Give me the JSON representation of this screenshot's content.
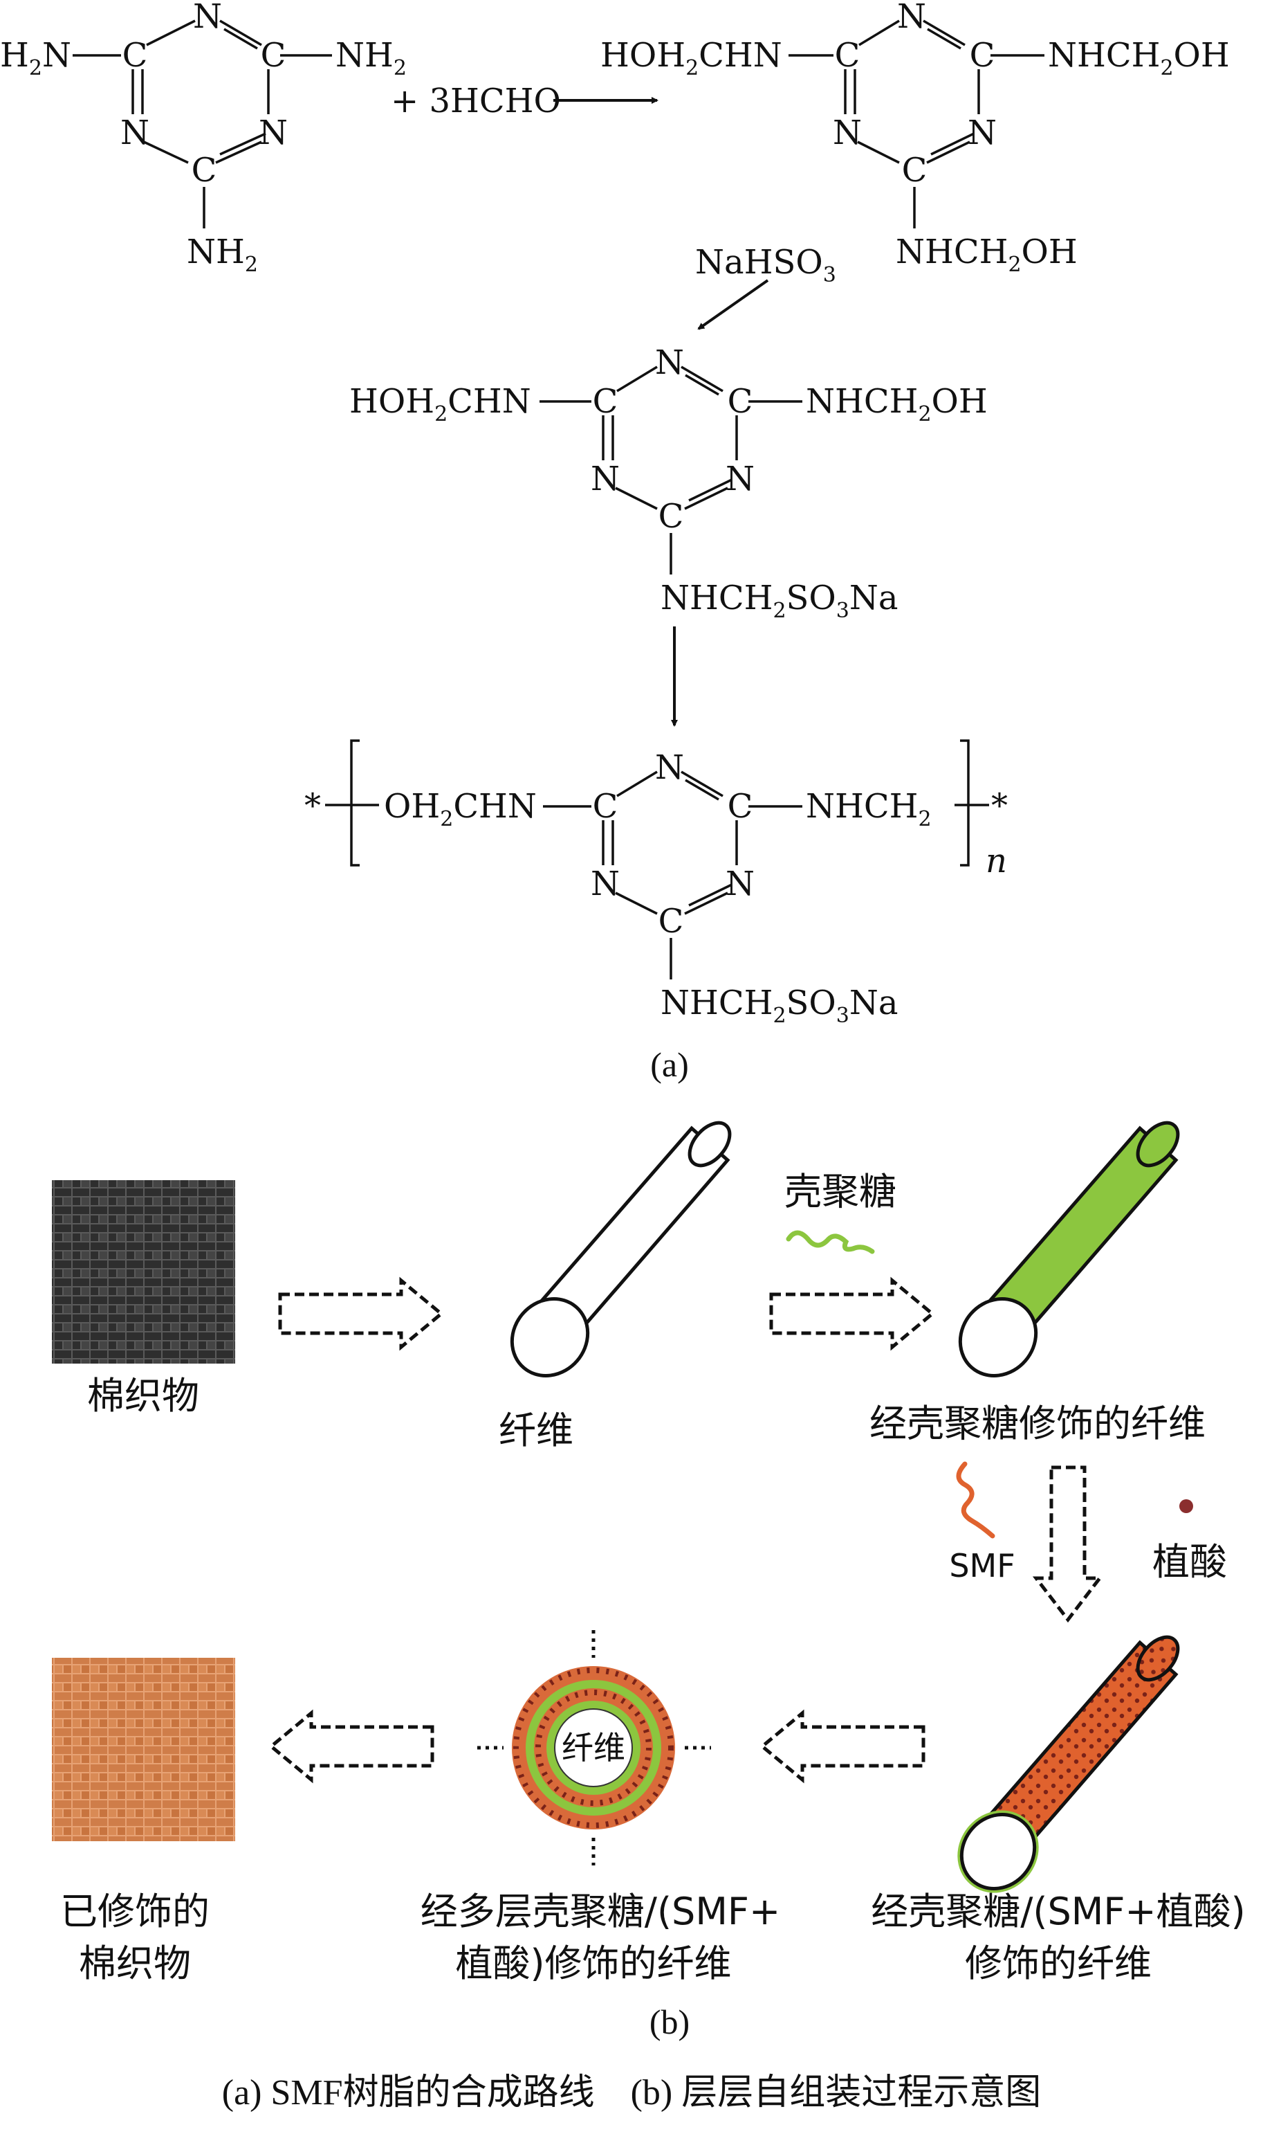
{
  "part_a": {
    "melamine": {
      "c": "C",
      "n": "N",
      "h2n": "H",
      "n_amine": "N",
      "h2_sub": "2",
      "nh": "NH",
      "nh2_sub": "2"
    },
    "reagent": {
      "plus": "+ 3HCHO"
    },
    "methylol": {
      "left_a": "HOH",
      "left_sub": "2",
      "left_b": "CHN",
      "right_a": "NHCH",
      "right_sub": "2",
      "right_b": "OH",
      "bottom_a": "NHCH",
      "bottom_sub": "2",
      "bottom_b": "OH"
    },
    "reagent2": {
      "text": "NaHSO",
      "sub": "3"
    },
    "sulfonated": {
      "left_a": "HOH",
      "left_sub": "2",
      "left_b": "CHN",
      "right_a": "NHCH",
      "right_sub": "2",
      "right_b": "OH",
      "bottom_a": "NHCH",
      "bottom_sub1": "2",
      "bottom_b": "SO",
      "bottom_sub2": "3",
      "bottom_c": "Na"
    },
    "polymer": {
      "star": "*",
      "left_a": "OH",
      "left_sub": "2",
      "left_b": "CHN",
      "right_a": "NHCH",
      "right_sub": "2",
      "repeat": "n",
      "bottom_a": "NHCH",
      "bottom_sub1": "2",
      "bottom_b": "SO",
      "bottom_sub2": "3",
      "bottom_c": "Na"
    },
    "label": "(a)"
  },
  "part_b": {
    "cotton_fabric": "棉织物",
    "fiber": "纤维",
    "chitosan": "壳聚糖",
    "chitosan_fiber": "经壳聚糖修饰的纤维",
    "smf": "SMF",
    "phytic_acid": "植酸",
    "modified_fiber_line1": "经壳聚糖/(SMF+植酸)",
    "modified_fiber_line2": "修饰的纤维",
    "multilayer_line1": "经多层壳聚糖/(SMF+",
    "multilayer_line2": "植酸)修饰的纤维",
    "cross_section_label": "纤维",
    "modified_fabric_line1": "已修饰的",
    "modified_fabric_line2": "棉织物",
    "label": "(b)"
  },
  "caption": "(a) SMF树脂的合成路线　(b) 层层自组装过程示意图",
  "colors": {
    "ink": "#111111",
    "cotton_dark": "#3a3a3a",
    "chitosan_green": "#8cc63f",
    "smf_orange": "#e0622e",
    "phytic_dot": "#8b2e2e",
    "fabric_tan": "#d98a55"
  }
}
